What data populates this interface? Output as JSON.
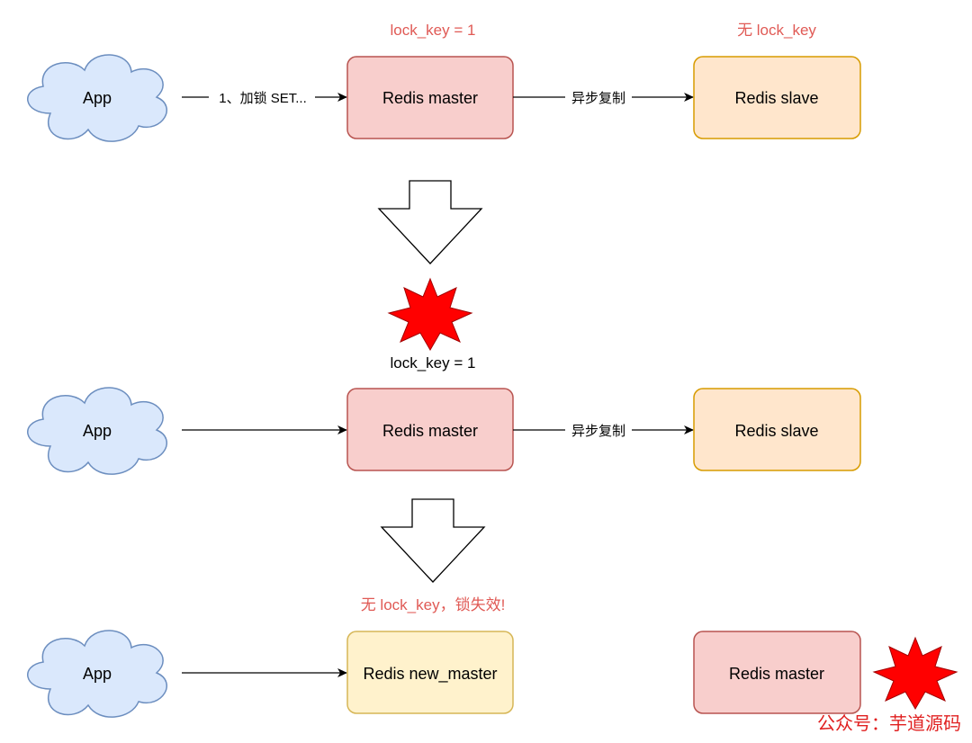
{
  "colors": {
    "cloud_fill": "#dae8fc",
    "cloud_stroke": "#6c8ebf",
    "master_fill": "#f8cecc",
    "master_stroke": "#b85450",
    "slave_fill": "#ffe6cc",
    "slave_stroke": "#d79b00",
    "new_master_fill": "#fff2cc",
    "new_master_stroke": "#d6b656",
    "explosion": "#ff0000",
    "annotation_red": "#e05a55",
    "watermark_red": "#e02020"
  },
  "row1": {
    "app_label": "App",
    "master_label": "Redis master",
    "slave_label": "Redis slave",
    "lock_edge_label": "1、加锁 SET...",
    "replication_label": "异步复制",
    "master_annotation": "lock_key = 1",
    "slave_annotation": "无 lock_key"
  },
  "crash_annotation": "lock_key = 1",
  "row2": {
    "app_label": "App",
    "master_label": "Redis master",
    "slave_label": "Redis slave",
    "replication_label": "异步复制"
  },
  "row3": {
    "app_label": "App",
    "new_master_label": "Redis new_master",
    "old_master_label": "Redis master",
    "lost_lock_annotation": "无 lock_key，锁失效!"
  },
  "watermark": "公众号：芋道源码"
}
